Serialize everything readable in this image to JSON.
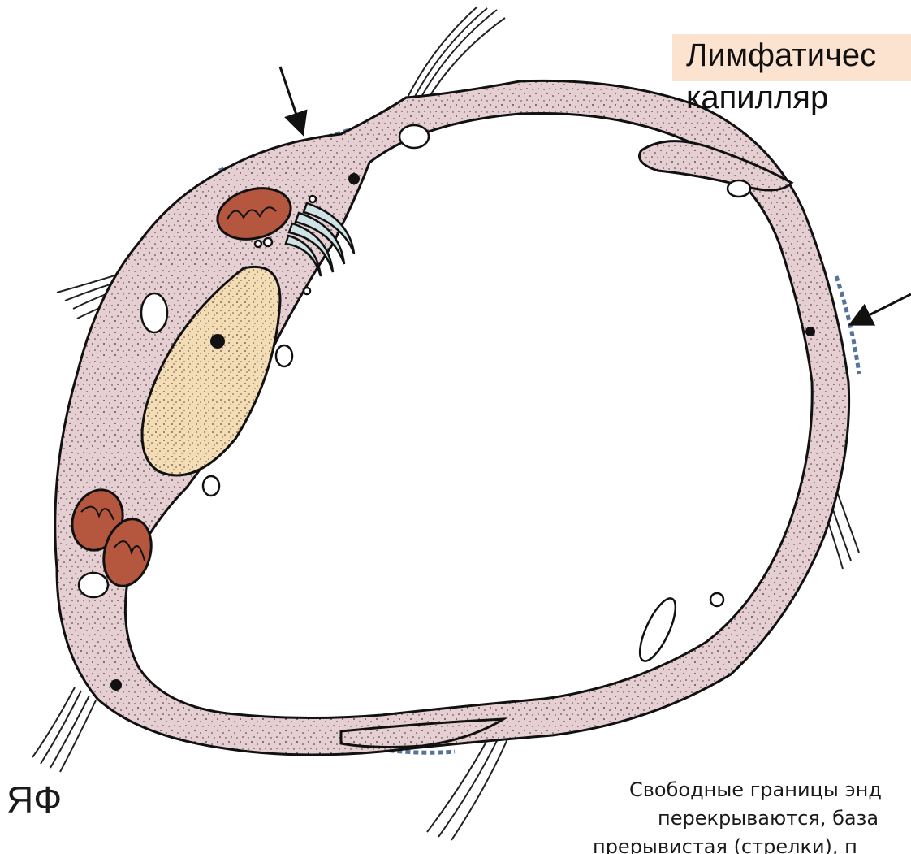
{
  "title": {
    "line1": "Лимфатичес",
    "line2": "капилляр"
  },
  "corner_label": "ЯФ",
  "caption": {
    "line1": "Свободные границы энд",
    "line2": "перекрываются, база",
    "line3": "прерывистая (стрелки), п"
  },
  "colors": {
    "cytoplasm": "#e3cdd1",
    "nucleus": "#f3ddb6",
    "mitochondria": "#b5563f",
    "golgi": "#cfe3e6",
    "basement": "#3a5a8a",
    "title_bg": "#fce3d0"
  }
}
